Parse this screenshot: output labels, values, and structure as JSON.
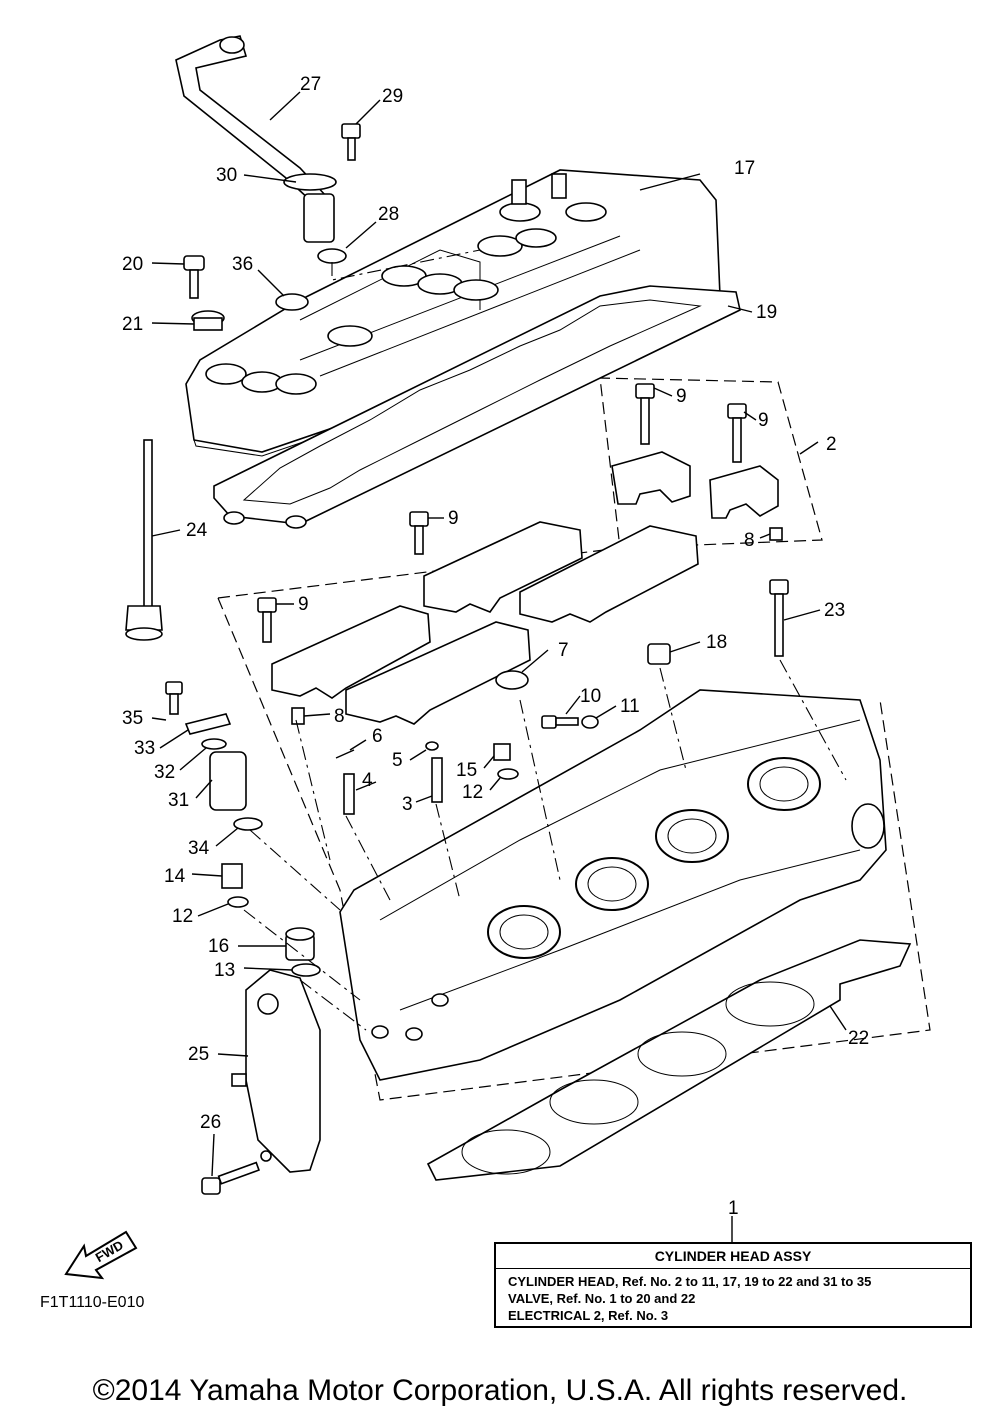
{
  "callouts": [
    {
      "n": "27"
    },
    {
      "n": "29"
    },
    {
      "n": "17"
    },
    {
      "n": "30"
    },
    {
      "n": "28"
    },
    {
      "n": "20"
    },
    {
      "n": "36"
    },
    {
      "n": "21"
    },
    {
      "n": "19"
    },
    {
      "n": "9"
    },
    {
      "n": "9"
    },
    {
      "n": "2"
    },
    {
      "n": "24"
    },
    {
      "n": "9"
    },
    {
      "n": "8"
    },
    {
      "n": "9"
    },
    {
      "n": "23"
    },
    {
      "n": "18"
    },
    {
      "n": "7"
    },
    {
      "n": "8"
    },
    {
      "n": "35"
    },
    {
      "n": "10"
    },
    {
      "n": "11"
    },
    {
      "n": "33"
    },
    {
      "n": "6"
    },
    {
      "n": "5"
    },
    {
      "n": "32"
    },
    {
      "n": "4"
    },
    {
      "n": "15"
    },
    {
      "n": "31"
    },
    {
      "n": "3"
    },
    {
      "n": "12"
    },
    {
      "n": "34"
    },
    {
      "n": "14"
    },
    {
      "n": "12"
    },
    {
      "n": "16"
    },
    {
      "n": "13"
    },
    {
      "n": "22"
    },
    {
      "n": "25"
    },
    {
      "n": "26"
    },
    {
      "n": "1"
    }
  ],
  "assy": {
    "title": "CYLINDER HEAD ASSY",
    "rows": [
      "CYLINDER HEAD, Ref. No. 2 to 11, 17, 19 to 22 and 31 to 35",
      "VALVE, Ref. No. 1 to 20 and 22",
      "ELECTRICAL 2, Ref. No. 3"
    ]
  },
  "fwd_label": "FWD",
  "drawing_code": "F1T1110-E010",
  "copyright": "©2014 Yamaha Motor Corporation, U.S.A. All rights reserved."
}
